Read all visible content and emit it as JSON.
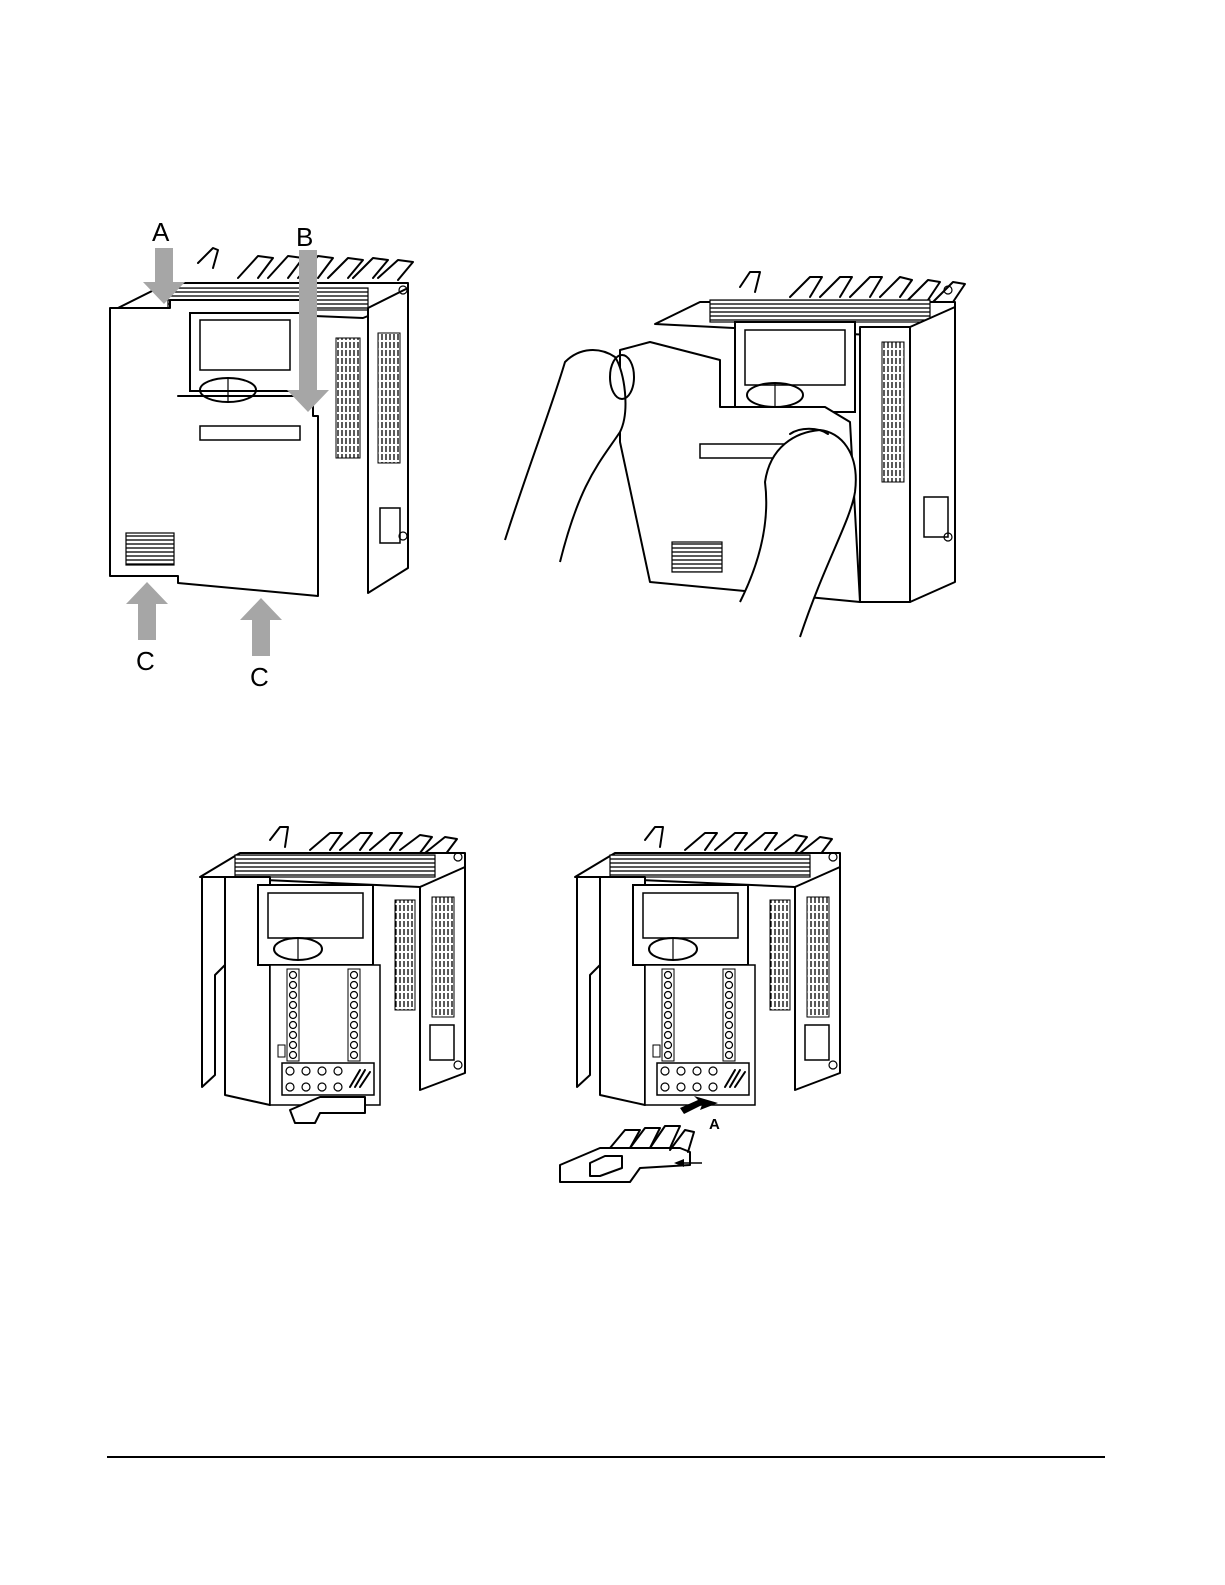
{
  "figure1": {
    "labels": {
      "a": "A",
      "b": "B",
      "c_left": "C",
      "c_right": "C"
    },
    "arrow_color": "#a6a6a6"
  },
  "figure4": {
    "labels": {
      "a": "A"
    }
  }
}
